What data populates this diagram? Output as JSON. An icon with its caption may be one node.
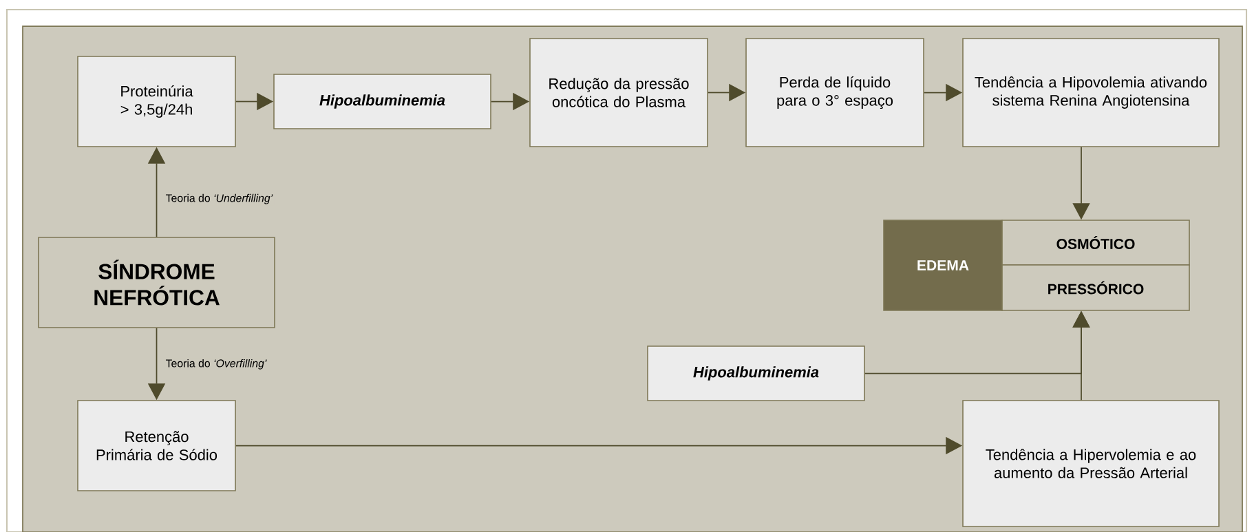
{
  "diagram": {
    "nodes": [
      {
        "text": [
          "Proteinúria > 3,5g/24h"
        ]
      },
      {
        "text": [
          "Hipoalbuminemia"
        ]
      },
      {
        "text": [
          "Redução da pressão oncótica do Plasma"
        ]
      },
      {
        "text": [
          "Perda de líquido para o 3° espaço"
        ]
      },
      {
        "text": [
          "Tendência a Hipovolemia ativando sistema Renina Angiotensina"
        ]
      },
      {
        "text": [
          "SÍNDROME NEFRÓTICA"
        ]
      },
      {
        "text": [
          "EDEMA"
        ]
      },
      {
        "text": [
          "OSMÓTICO"
        ]
      },
      {
        "text": [
          "PRESSÓRICO"
        ]
      },
      {
        "text": [
          "Hipoalbuminemia"
        ]
      },
      {
        "text": [
          "Retenção Primária de Sódio"
        ]
      },
      {
        "text": [
          "Tendência a Hipervolemia e ao aumento da Pressão Arterial"
        ]
      }
    ],
    "edges": [
      {
        "from": 0,
        "to": 1,
        "arrow": "to"
      },
      {
        "from": 1,
        "to": 2,
        "arrow": "to"
      },
      {
        "from": 2,
        "to": 3,
        "arrow": "to"
      },
      {
        "from": 3,
        "to": 4,
        "arrow": "to"
      },
      {
        "from": 4,
        "to": 7,
        "arrow": "to"
      },
      {
        "from": 5,
        "to": 0,
        "arrow": "to",
        "label": "Teoria do *‘Underfilling’*"
      },
      {
        "from": 5,
        "to": 10,
        "arrow": "to",
        "label": "Teoria do *‘Overfilling’*"
      },
      {
        "from": 10,
        "to": 11,
        "arrow": "to"
      },
      {
        "from": 11,
        "to": 8,
        "arrow": "to"
      },
      {
        "from": 9,
        "to": 8,
        "arrow": "to"
      }
    ]
  }
}
